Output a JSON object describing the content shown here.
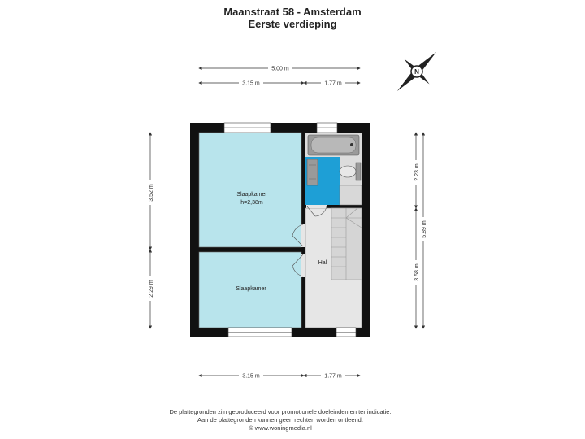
{
  "header": {
    "title": "Maanstraat 58 - Amsterdam",
    "subtitle": "Eerste verdieping"
  },
  "compass": {
    "label": "N"
  },
  "dimensions": {
    "top_total": "5.00 m",
    "top_left": "3.15 m",
    "top_right": "1.77 m",
    "bottom_left": "3.15 m",
    "bottom_right": "1.77 m",
    "left_upper": "3.52 m",
    "left_lower": "2.29 m",
    "right_upper": "2.23 m",
    "right_total": "5.89 m",
    "right_lower": "3.58 m"
  },
  "rooms": {
    "bedroom1": {
      "name": "Slaapkamer",
      "height": "h=2,38m"
    },
    "bedroom2": {
      "name": "Slaapkamer"
    },
    "hall": {
      "name": "Hal"
    }
  },
  "colors": {
    "wall": "#111111",
    "bedroom": "#b8e4ec",
    "bathroom": "#1e9fd6",
    "hall": "#e6e6e6",
    "fixture": "#9a9a9a"
  },
  "footer": {
    "line1": "De plattegronden zijn geproduceerd voor promotionele doeleinden en ter indicatie.",
    "line2": "Aan de plattegronden kunnen geen rechten worden ontleend.",
    "line3": "© www.woningmedia.nl"
  }
}
